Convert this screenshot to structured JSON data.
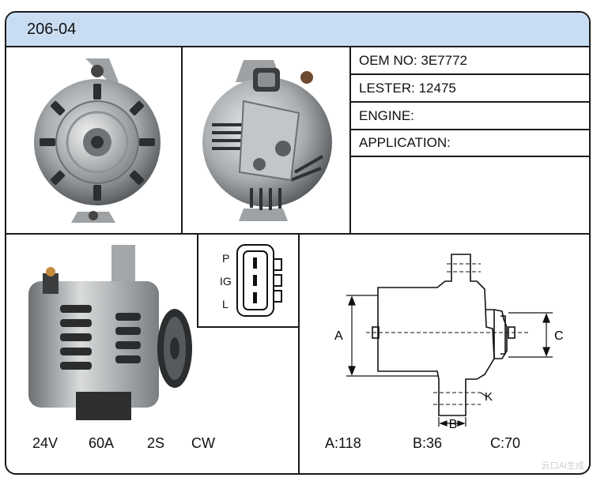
{
  "title": "206-04",
  "specs": {
    "oem": "OEM NO: 3E7772",
    "lester": "LESTER:  12475",
    "engine": "ENGINE:",
    "application": "APPLICATION:"
  },
  "connector": {
    "pins": [
      "P",
      "IG",
      "L"
    ]
  },
  "ratings": {
    "voltage": "24V",
    "amperage": "60A",
    "pulley": "2S",
    "rotation": "CW"
  },
  "dimensions": {
    "labels": {
      "a": "A",
      "b": "B",
      "c": "C",
      "k": "K"
    },
    "values": {
      "a": "A:118",
      "b": "B:36",
      "c": "C:70"
    }
  },
  "colors": {
    "header_bg": "#c9ddf2",
    "border": "#1a1a1a"
  },
  "watermark": "云口AI生成"
}
